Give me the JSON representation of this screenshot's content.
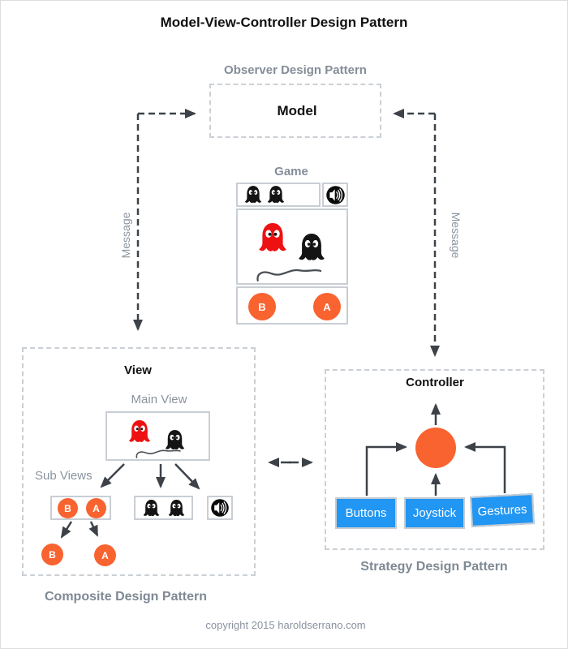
{
  "title": "Model-View-Controller Design Pattern",
  "observer": {
    "label": "Observer Design Pattern",
    "model": "Model"
  },
  "message_left": "Message",
  "message_right": "Message",
  "game": {
    "label": "Game",
    "button_b": "B",
    "button_a": "A"
  },
  "view": {
    "title": "View",
    "main_view": "Main View",
    "sub_views": "Sub Views",
    "box_b": "B",
    "box_a": "A",
    "leaf_b": "B",
    "leaf_a": "A",
    "caption": "Composite Design Pattern"
  },
  "controller": {
    "title": "Controller",
    "buttons": [
      "Buttons",
      "Joystick",
      "Gestures"
    ],
    "caption": "Strategy Design Pattern"
  },
  "footer": "copyright 2015 haroldserrano.com",
  "colors": {
    "orange": "#f9632f",
    "blue": "#2196f3",
    "ghost_red": "#ee1111",
    "ghost_black": "#141414",
    "gray_label": "#848d98",
    "dashed_border": "#cbd0d5",
    "arrow": "#3c4248"
  }
}
